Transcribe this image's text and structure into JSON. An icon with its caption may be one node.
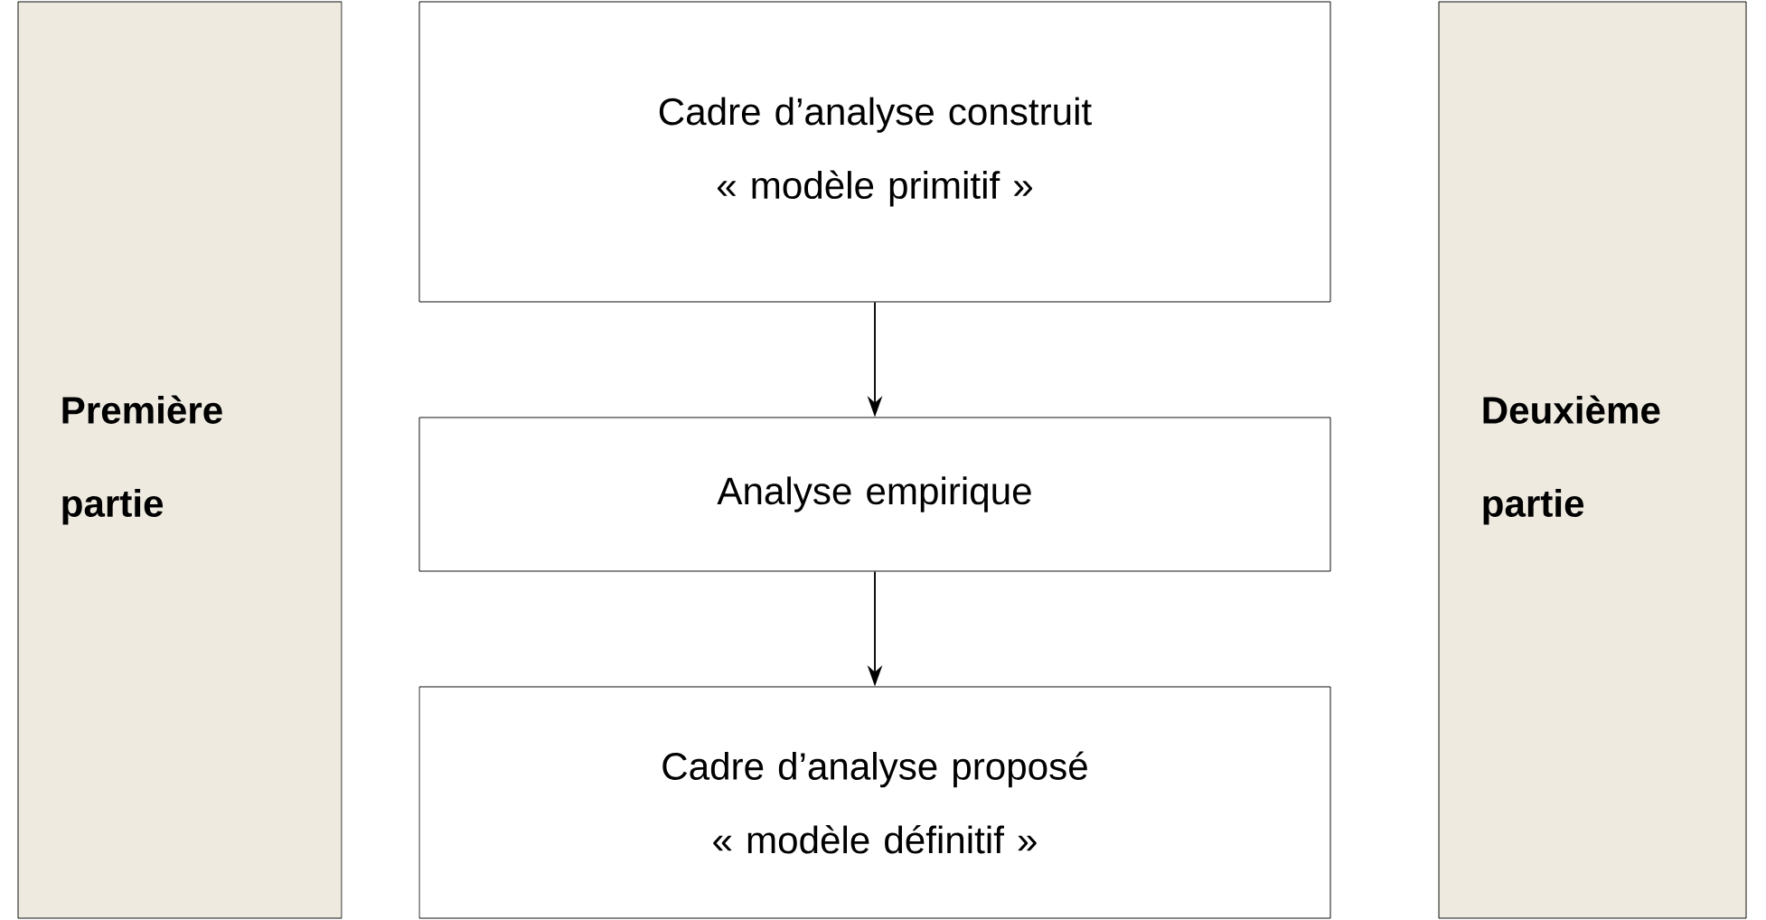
{
  "diagram": {
    "nodes": [
      {
        "text": [
          "Première partie"
        ]
      },
      {
        "text": [
          "Cadre d’analyse construit",
          "« modèle primitif »"
        ]
      },
      {
        "text": [
          "Analyse empirique"
        ]
      },
      {
        "text": [
          "Cadre d’analyse proposé",
          "« modèle définitif »"
        ]
      },
      {
        "text": [
          "Deuxième partie"
        ]
      }
    ],
    "edges": [
      {
        "from": 1,
        "to": 2,
        "arrow": "to"
      },
      {
        "from": 2,
        "to": 3,
        "arrow": "to"
      }
    ]
  }
}
